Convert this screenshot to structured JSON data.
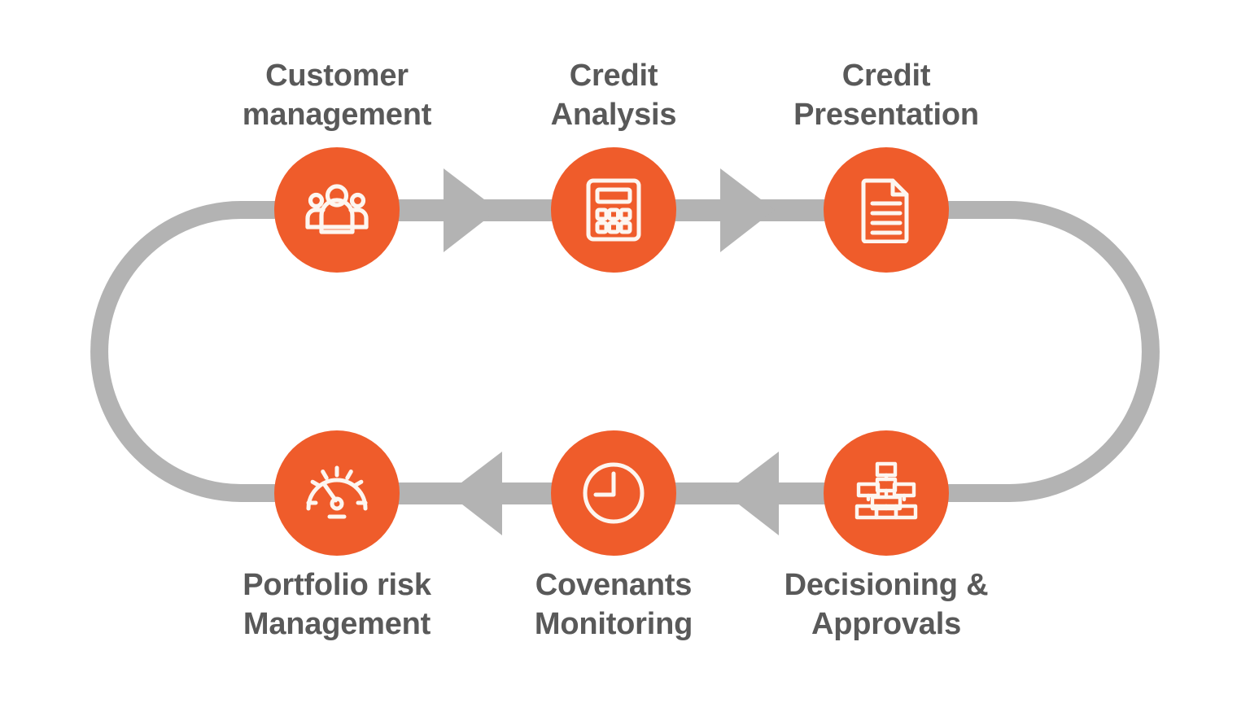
{
  "diagram": {
    "type": "cyclical-process-loop",
    "title": "",
    "colors": {
      "accent": "#ef5c2b",
      "connector": "#b3b3b3",
      "label_text": "#595959",
      "icon": "#fdf6f0",
      "background": "#ffffff"
    },
    "flow_direction": "clockwise",
    "steps": [
      {
        "id": "customer-management",
        "order": 1,
        "row": "top",
        "line1": "Customer",
        "line2": "management",
        "icon": "people-group-icon"
      },
      {
        "id": "credit-analysis",
        "order": 2,
        "row": "top",
        "line1": "Credit",
        "line2": "Analysis",
        "icon": "calculator-icon"
      },
      {
        "id": "credit-presentation",
        "order": 3,
        "row": "top",
        "line1": "Credit",
        "line2": "Presentation",
        "icon": "document-icon"
      },
      {
        "id": "decisioning-approvals",
        "order": 4,
        "row": "bottom",
        "line1": "Decisioning &",
        "line2": "Approvals",
        "icon": "hierarchy-icon"
      },
      {
        "id": "covenants-monitoring",
        "order": 5,
        "row": "bottom",
        "line1": "Covenants",
        "line2": "Monitoring",
        "icon": "clock-icon"
      },
      {
        "id": "portfolio-risk-management",
        "order": 6,
        "row": "bottom",
        "line1": "Portfolio risk",
        "line2": "Management",
        "icon": "gauge-icon"
      }
    ],
    "connectors": [
      {
        "id": "arrow-customer-to-analysis",
        "direction": "right"
      },
      {
        "id": "arrow-analysis-to-presentation",
        "direction": "right"
      },
      {
        "id": "arrow-presentation-to-decisioning",
        "direction": "curve-right-down"
      },
      {
        "id": "arrow-decisioning-to-covenants",
        "direction": "left"
      },
      {
        "id": "arrow-covenants-to-portfolio",
        "direction": "left"
      },
      {
        "id": "arrow-portfolio-to-customer",
        "direction": "curve-left-up"
      }
    ]
  }
}
